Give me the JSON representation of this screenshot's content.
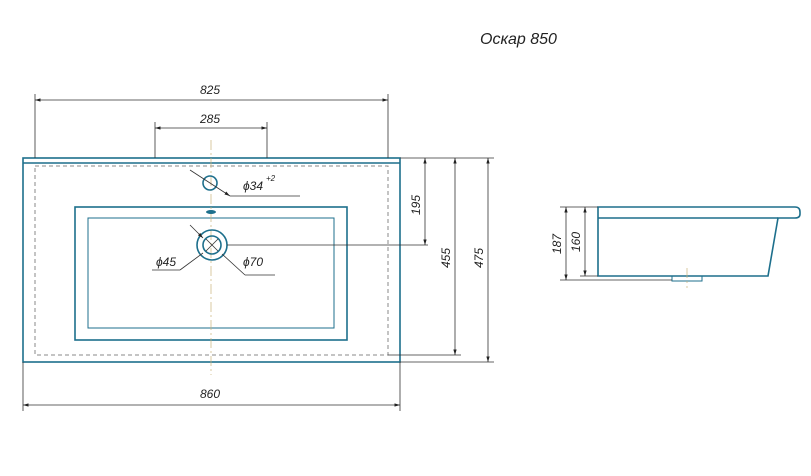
{
  "title": "Оскар 850",
  "dimensions": {
    "overall_inner_width": "825",
    "tap_spacing": "285",
    "overall_width": "860",
    "overflow_diameter": "ϕ34",
    "overflow_tolerance": "+2",
    "drain_inner_diameter": "ϕ45",
    "drain_outer_diameter": "ϕ70",
    "drain_offset": "195",
    "inner_depth": "455",
    "overall_depth": "475",
    "side_total_height": "187",
    "side_body_height": "160"
  },
  "colors": {
    "outline": "#1d6f8c",
    "dimension": "#333333"
  }
}
